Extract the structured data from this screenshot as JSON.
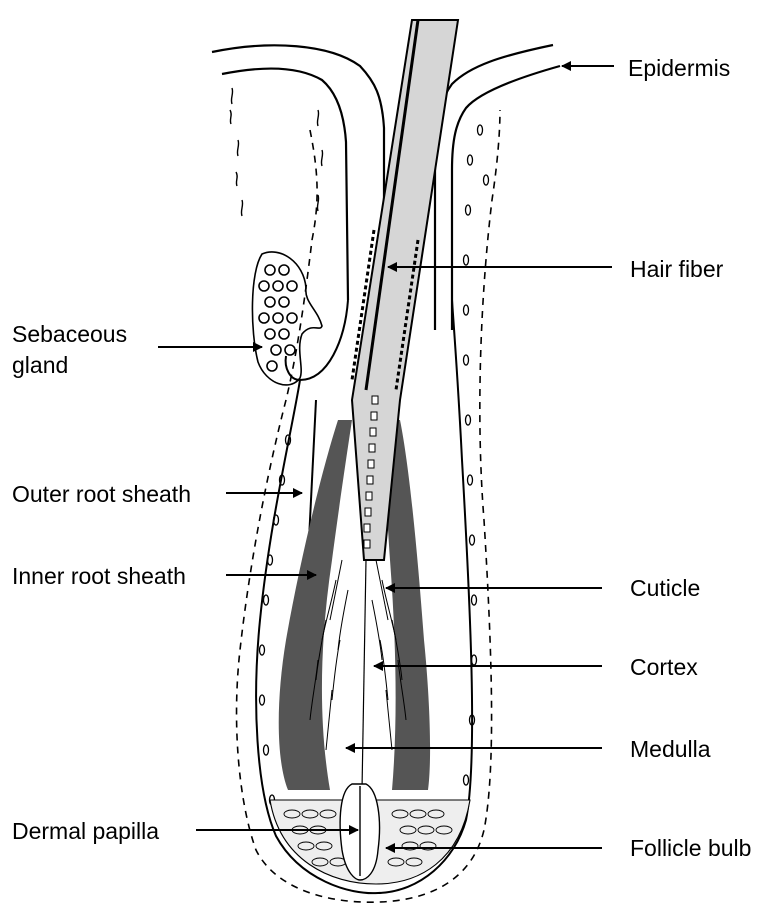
{
  "diagram": {
    "labels": {
      "epidermis": "Epidermis",
      "hair_fiber": "Hair fiber",
      "sebaceous_gland_line1": "Sebaceous",
      "sebaceous_gland_line2": "gland",
      "outer_root_sheath": "Outer root sheath",
      "inner_root_sheath": "Inner root sheath",
      "cuticle": "Cuticle",
      "cortex": "Cortex",
      "medulla": "Medulla",
      "dermal_papilla": "Dermal papilla",
      "follicle_bulb": "Follicle bulb"
    },
    "colors": {
      "ink": "#000000",
      "hair_fiber_fill": "#d6d6d6",
      "sheath_dark": "#555555",
      "bulb_light": "#eeeeee"
    }
  }
}
